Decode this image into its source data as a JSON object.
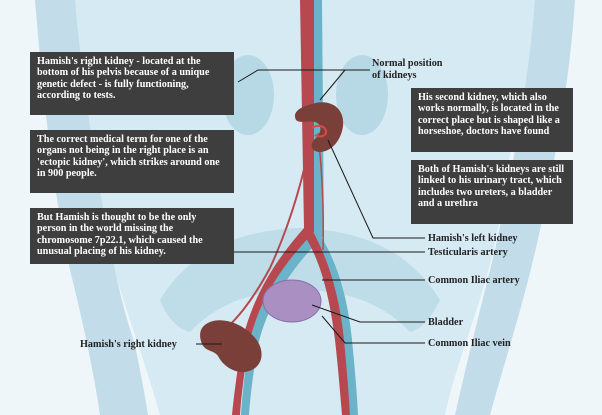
{
  "info_boxes": {
    "right_kidney_location": "Hamish's right kidney - located at the bottom of his pelvis because of a unique genetic defect - is fully functioning, according to tests.",
    "ectopic": "The correct medical term for one of the organs not being in the right place is an 'ectopic kidney', which strikes around one in 900 people.",
    "chromosome": "But Hamish is thought to be the only person in the world missing the chromosome 7p22.1, which caused the unusual placing of his kidney.",
    "second_kidney": "His second kidney, which also works normally, is located in the correct place but is shaped like a horseshoe, doctors have found",
    "urinary_tract": "Both of Hamish's kidneys are still linked to his urinary tract, which includes two ureters, a bladder and a urethra"
  },
  "labels": {
    "normal_position_line1": "Normal position",
    "normal_position_line2": "of kidneys",
    "left_kidney": "Hamish's left kidney",
    "testicularis": "Testicularis artery",
    "common_iliac_artery": "Common Iliac artery",
    "bladder": "Bladder",
    "common_iliac_vein": "Common Iliac vein",
    "right_kidney": "Hamish's right kidney"
  },
  "colors": {
    "background": "#eef6fa",
    "body_silhouette": "#c9e2ee",
    "box_background": "#3e3e3e",
    "kidney": "#7a3f38",
    "artery": "#b7484f",
    "vein": "#6ab3c8",
    "bladder": "#a98fc2"
  }
}
